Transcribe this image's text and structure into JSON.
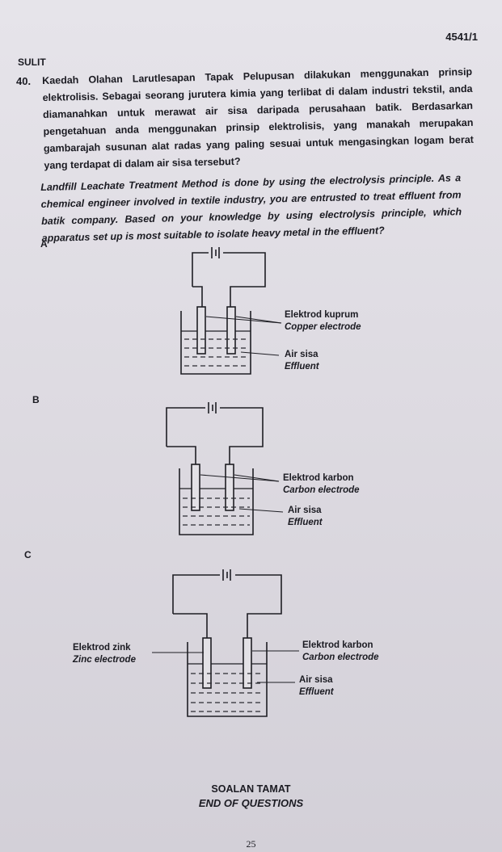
{
  "header": {
    "paper_code": "4541/1",
    "classification": "SULIT"
  },
  "question": {
    "number": "40.",
    "text_malay": "Kaedah Olahan Larutlesapan Tapak Pelupusan dilakukan menggunakan prinsip elektrolisis. Sebagai seorang jurutera kimia yang terlibat di dalam industri tekstil, anda diamanahkan untuk merawat air sisa daripada perusahaan batik. Berdasarkan pengetahuan anda menggunakan prinsip elektrolisis, yang manakah merupakan gambarajah susunan alat radas yang paling sesuai untuk mengasingkan logam berat yang terdapat di dalam air sisa tersebut?",
    "text_english": "Landfill Leachate Treatment Method is done by using the electrolysis principle. As a chemical engineer involved in textile industry, you are entrusted to treat effluent from batik company. Based on your knowledge by using electrolysis principle, which apparatus set up is most suitable to isolate heavy metal in the effluent?"
  },
  "options": [
    {
      "letter": "A",
      "electrode_malay": "Elektrod kuprum",
      "electrode_english": "Copper electrode",
      "solution_malay": "Air sisa",
      "solution_english": "Effluent"
    },
    {
      "letter": "B",
      "electrode_malay": "Elektrod karbon",
      "electrode_english": "Carbon electrode",
      "solution_malay": "Air sisa",
      "solution_english": "Effluent"
    },
    {
      "letter": "C",
      "left_electrode_malay": "Elektrod zink",
      "left_electrode_english": "Zinc electrode",
      "electrode_malay": "Elektrod karbon",
      "electrode_english": "Carbon electrode",
      "solution_malay": "Air sisa",
      "solution_english": "Effluent"
    }
  ],
  "footer": {
    "end_malay": "SOALAN TAMAT",
    "end_english": "END OF QUESTIONS",
    "page_number": "25"
  }
}
